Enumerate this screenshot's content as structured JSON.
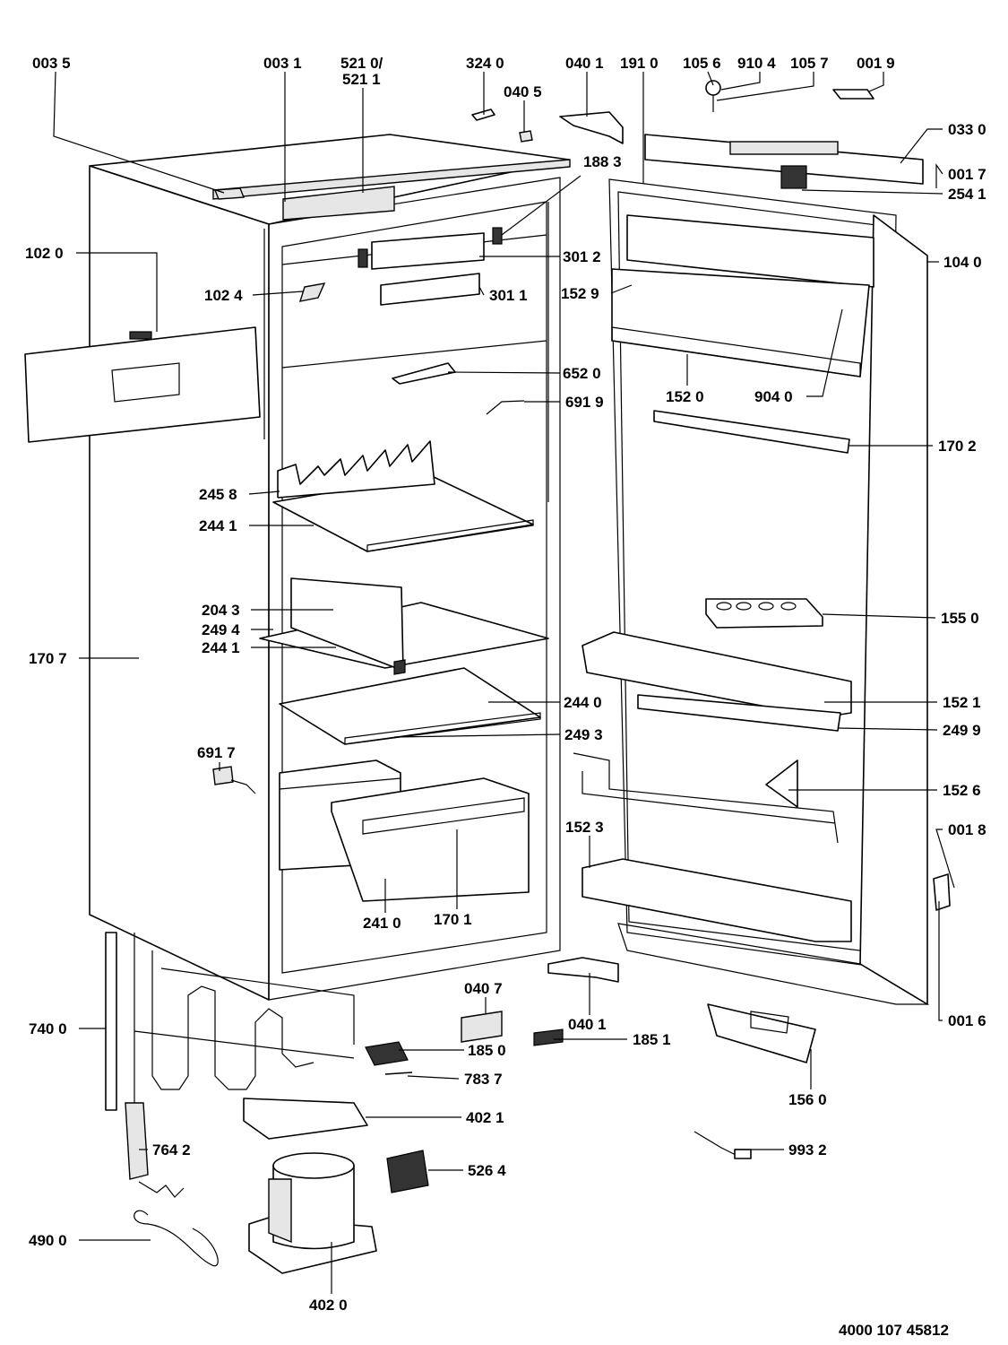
{
  "parts": [
    {
      "id": "p0035",
      "label": "003 5"
    },
    {
      "id": "p0031",
      "label": "003 1"
    },
    {
      "id": "p5210",
      "label": "521 0/"
    },
    {
      "id": "p5211",
      "label": "521 1"
    },
    {
      "id": "p3240",
      "label": "324 0"
    },
    {
      "id": "p0401a",
      "label": "040 1"
    },
    {
      "id": "p0405",
      "label": "040 5"
    },
    {
      "id": "p1910",
      "label": "191 0"
    },
    {
      "id": "p1056",
      "label": "105 6"
    },
    {
      "id": "p9104",
      "label": "910 4"
    },
    {
      "id": "p1057",
      "label": "105 7"
    },
    {
      "id": "p0019",
      "label": "001 9"
    },
    {
      "id": "p0330",
      "label": "033 0"
    },
    {
      "id": "p0017",
      "label": "001 7"
    },
    {
      "id": "p2541",
      "label": "254 1"
    },
    {
      "id": "p1883",
      "label": "188 3"
    },
    {
      "id": "p1020",
      "label": "102 0"
    },
    {
      "id": "p3012",
      "label": "301 2"
    },
    {
      "id": "p1040",
      "label": "104 0"
    },
    {
      "id": "p1024",
      "label": "102 4"
    },
    {
      "id": "p3011",
      "label": "301 1"
    },
    {
      "id": "p1529",
      "label": "152 9"
    },
    {
      "id": "p6520",
      "label": "652 0"
    },
    {
      "id": "p1520",
      "label": "152 0"
    },
    {
      "id": "p9040",
      "label": "904 0"
    },
    {
      "id": "p6919",
      "label": "691 9"
    },
    {
      "id": "p1702",
      "label": "170 2"
    },
    {
      "id": "p2458",
      "label": "245 8"
    },
    {
      "id": "p2441a",
      "label": "244 1"
    },
    {
      "id": "p1550",
      "label": "155 0"
    },
    {
      "id": "p2043",
      "label": "204 3"
    },
    {
      "id": "p2494",
      "label": "249 4"
    },
    {
      "id": "p2441b",
      "label": "244 1"
    },
    {
      "id": "p1707",
      "label": "170 7"
    },
    {
      "id": "p2440",
      "label": "244 0"
    },
    {
      "id": "p1521",
      "label": "152 1"
    },
    {
      "id": "p2493",
      "label": "249 3"
    },
    {
      "id": "p2499",
      "label": "249 9"
    },
    {
      "id": "p6917",
      "label": "691 7"
    },
    {
      "id": "p1526",
      "label": "152 6"
    },
    {
      "id": "p1523",
      "label": "152 3"
    },
    {
      "id": "p0018",
      "label": "001 8"
    },
    {
      "id": "p2410",
      "label": "241 0"
    },
    {
      "id": "p1701",
      "label": "170 1"
    },
    {
      "id": "p0407",
      "label": "040 7"
    },
    {
      "id": "p0401b",
      "label": "040 1"
    },
    {
      "id": "p1851",
      "label": "185 1"
    },
    {
      "id": "p0016",
      "label": "001 6"
    },
    {
      "id": "p7400",
      "label": "740 0"
    },
    {
      "id": "p1850",
      "label": "185 0"
    },
    {
      "id": "p7837",
      "label": "783 7"
    },
    {
      "id": "p1560",
      "label": "156 0"
    },
    {
      "id": "p4021",
      "label": "402 1"
    },
    {
      "id": "p7642",
      "label": "764 2"
    },
    {
      "id": "p9932",
      "label": "993 2"
    },
    {
      "id": "p5264",
      "label": "526 4"
    },
    {
      "id": "p4900",
      "label": "490 0"
    },
    {
      "id": "p4020",
      "label": "402 0"
    }
  ],
  "document_number": "4000 107 45812"
}
